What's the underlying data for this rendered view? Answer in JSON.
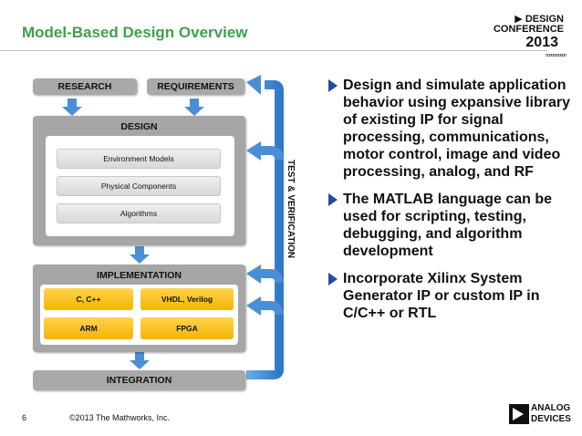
{
  "slide": {
    "title": "Model-Based Design Overview",
    "page_number": "6",
    "copyright": "©2013 The Mathworks, Inc."
  },
  "brand": {
    "conf_line1": "▶ DESIGN",
    "conf_line2": "CONFERENCE",
    "conf_year": "2013",
    "conf_dots": "ᵒᵒᵒᵒᵒᵒᵒᵒᵒᵒᵒ",
    "company_line1": "ANALOG",
    "company_line2": "DEVICES",
    "accent": "#3fa14a",
    "flow_blue": "#4a8fd6"
  },
  "diagram": {
    "research": "RESEARCH",
    "requirements": "REQUIREMENTS",
    "design": {
      "label": "DESIGN",
      "items": [
        "Environment Models",
        "Physical Components",
        "Algorithms"
      ]
    },
    "implementation": {
      "label": "IMPLEMENTATION",
      "items": [
        "C, C++",
        "VHDL, Verilog",
        "ARM",
        "FPGA"
      ]
    },
    "integration": "INTEGRATION",
    "test_verification": "TEST & VERIFICATION"
  },
  "bullets": [
    "Design and simulate application behavior using expansive library of existing IP for signal processing, communications, motor control, image and video processing, analog, and RF",
    "The MATLAB language can be used for scripting, testing, debugging, and algorithm development",
    "Incorporate Xilinx System Generator IP or custom IP in C/C++ or RTL"
  ]
}
